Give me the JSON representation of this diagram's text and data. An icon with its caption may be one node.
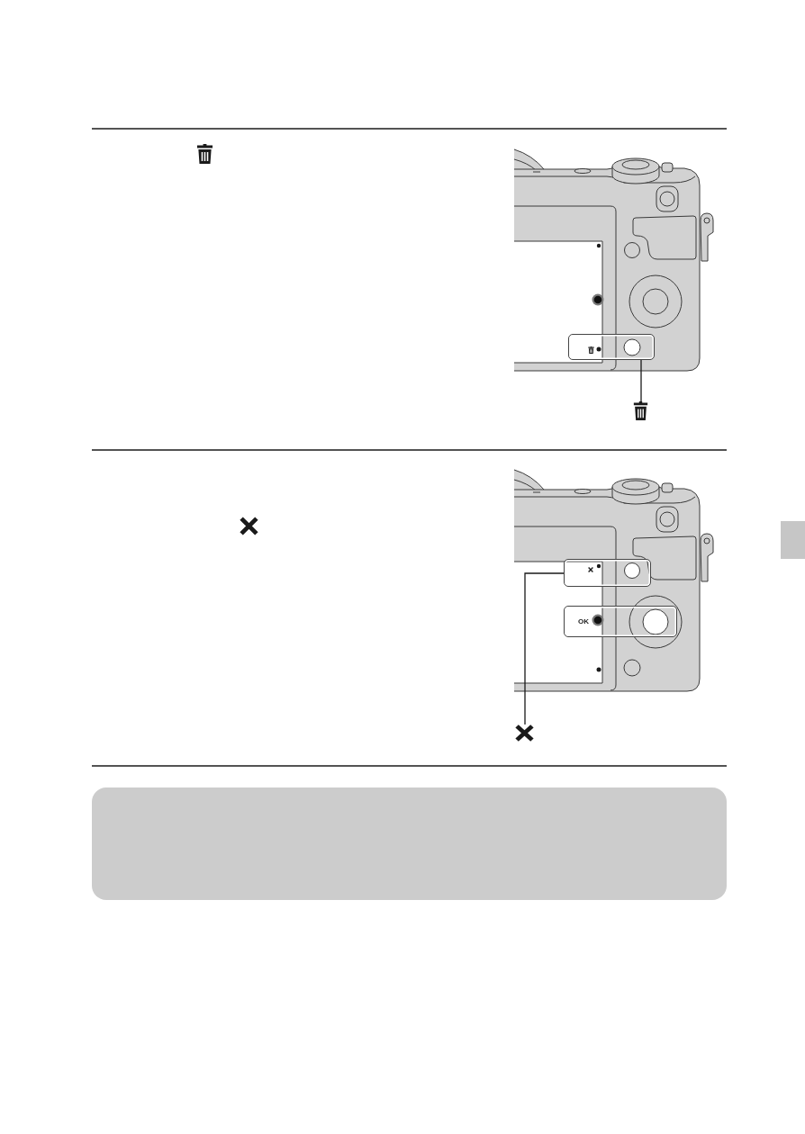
{
  "diagram": {
    "nodes": [
      {
        "text": [],
        "shape": "box"
      },
      {
        "text": [],
        "shape": "picture"
      },
      {
        "text": [],
        "shape": "box"
      },
      {
        "text": [
          "OK"
        ]
      },
      {
        "text": [],
        "shape": "picture"
      }
    ],
    "edges": [
      {
        "from": 1,
        "to": 0,
        "arrow": "none"
      },
      {
        "from": 4,
        "to": 2,
        "arrow": "none"
      }
    ]
  }
}
